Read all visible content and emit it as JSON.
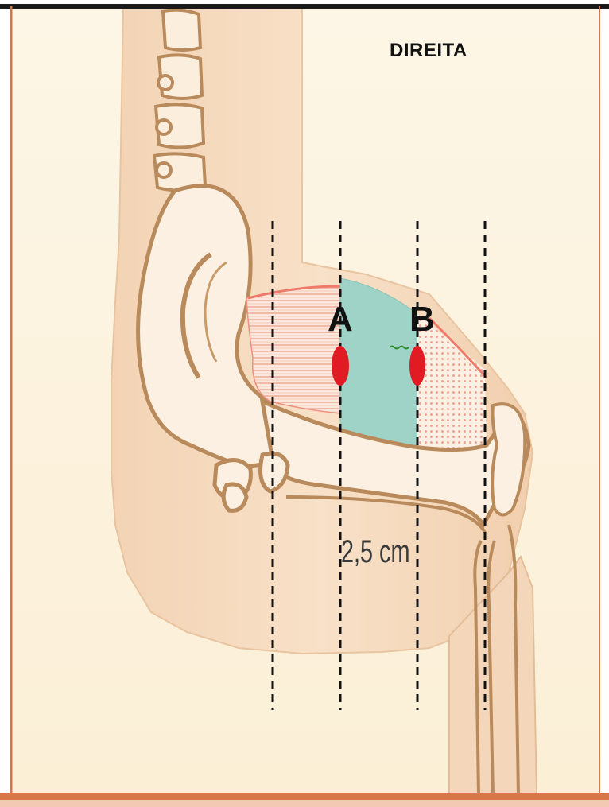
{
  "title": "DIREITA",
  "points": [
    {
      "label": "A",
      "color": "#e01b24"
    },
    {
      "label": "B",
      "color": "#e01b24"
    }
  ],
  "measurement": "2,5 cm",
  "colors": {
    "background": "#fdf6e3",
    "skin": "#f6dcc0",
    "outline": "#b88a5a",
    "region_a_b": "#9fd3c7",
    "region_pink": "#f2b4a8",
    "frame": "#1a1a1a",
    "border": "#d9774a"
  }
}
